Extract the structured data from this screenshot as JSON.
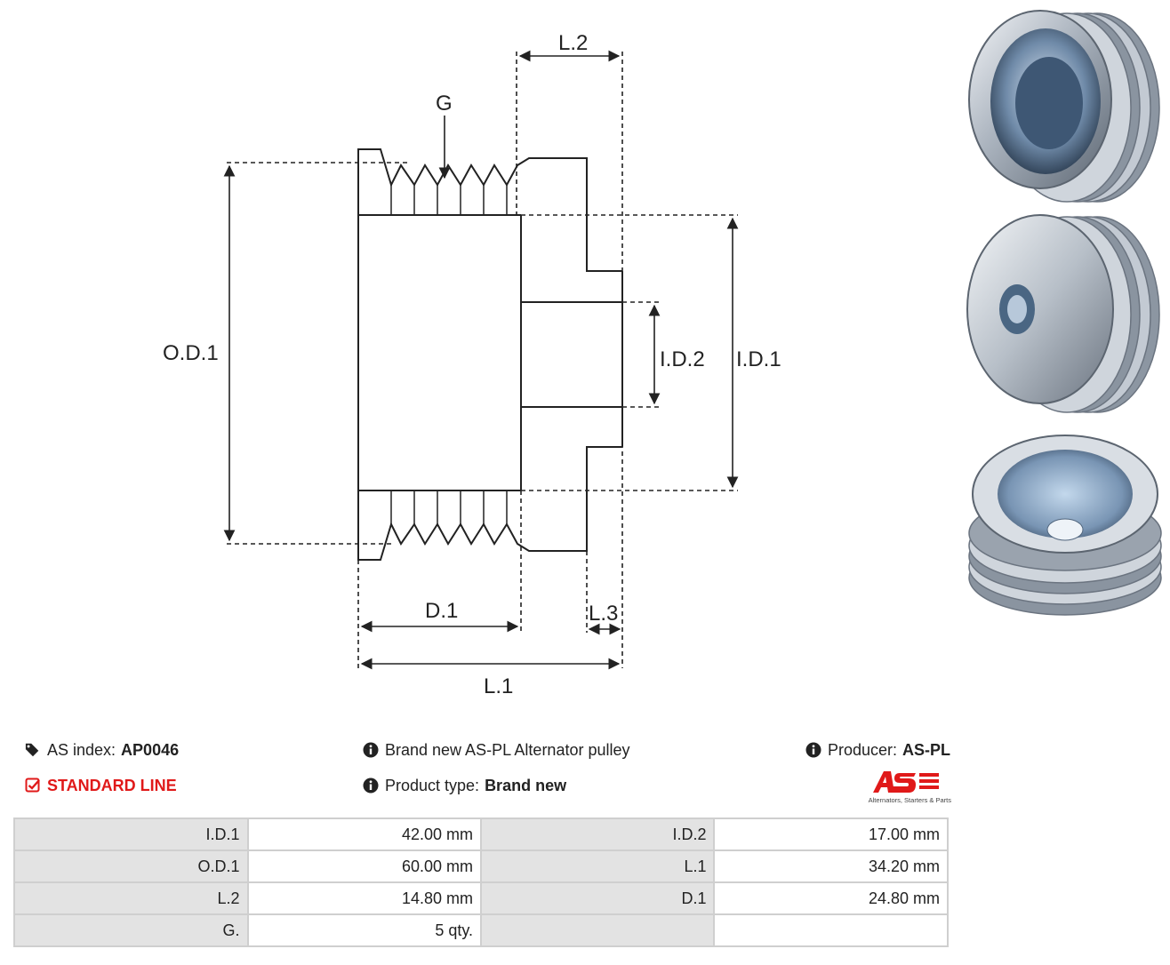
{
  "diagram_labels": {
    "l2": "L.2",
    "g": "G",
    "od1": "O.D.1",
    "id2": "I.D.2",
    "id1": "I.D.1",
    "d1": "D.1",
    "l3": "L.3",
    "l1": "L.1"
  },
  "info": {
    "as_index_label": "AS index:",
    "as_index_value": "AP0046",
    "line": "STANDARD LINE",
    "description": "Brand new AS-PL Alternator pulley",
    "product_type_label": "Product type:",
    "product_type_value": "Brand new",
    "producer_label": "Producer:",
    "producer_value": "AS-PL",
    "logo_tagline": "Alternators, Starters & Parts",
    "accent_color": "#e01919"
  },
  "specs": {
    "rows": [
      {
        "label1": "I.D.1",
        "value1": "42.00 mm",
        "label2": "I.D.2",
        "value2": "17.00 mm"
      },
      {
        "label1": "O.D.1",
        "value1": "60.00 mm",
        "label2": "L.1",
        "value2": "34.20 mm"
      },
      {
        "label1": "L.2",
        "value1": "14.80 mm",
        "label2": "D.1",
        "value2": "24.80 mm"
      },
      {
        "label1": "G.",
        "value1": "5 qty.",
        "label2": "",
        "value2": ""
      }
    ]
  }
}
